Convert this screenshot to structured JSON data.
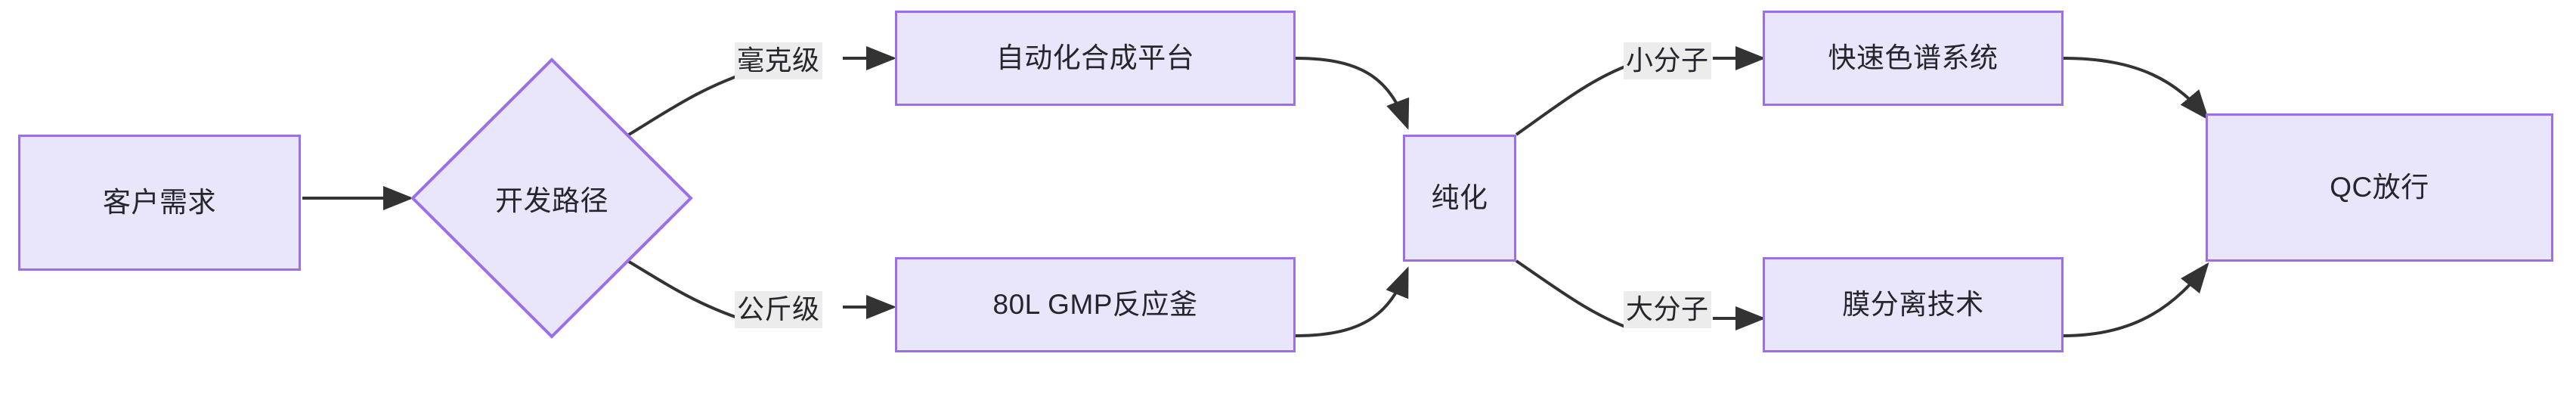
{
  "diagram": {
    "type": "flowchart",
    "direction": "left-to-right",
    "title": "",
    "colors": {
      "node_fill": "#E9E6FB",
      "node_border": "#9B6FE8",
      "node_text": "#25262B",
      "edge_stroke": "#333333",
      "edge_label_background": "#ECECEC",
      "canvas_background": "#FFFFFF"
    },
    "nodes": [
      {
        "id": "n1",
        "label": "客户需求",
        "shape": "rectangle"
      },
      {
        "id": "n2",
        "label": "开发路径",
        "shape": "diamond"
      },
      {
        "id": "n3",
        "label": "自动化合成平台",
        "shape": "rectangle"
      },
      {
        "id": "n4",
        "label": "80L GMP反应釜",
        "shape": "rectangle"
      },
      {
        "id": "n5",
        "label": "纯化",
        "shape": "rectangle"
      },
      {
        "id": "n6",
        "label": "快速色谱系统",
        "shape": "rectangle"
      },
      {
        "id": "n7",
        "label": "膜分离技术",
        "shape": "rectangle"
      },
      {
        "id": "n8",
        "label": "QC放行",
        "shape": "rectangle"
      }
    ],
    "edges": [
      {
        "from": "n1",
        "to": "n2",
        "label": ""
      },
      {
        "from": "n2",
        "to": "n3",
        "label": "毫克级"
      },
      {
        "from": "n2",
        "to": "n4",
        "label": "公斤级"
      },
      {
        "from": "n3",
        "to": "n5",
        "label": ""
      },
      {
        "from": "n4",
        "to": "n5",
        "label": ""
      },
      {
        "from": "n5",
        "to": "n6",
        "label": "小分子"
      },
      {
        "from": "n5",
        "to": "n7",
        "label": "大分子"
      },
      {
        "from": "n6",
        "to": "n8",
        "label": ""
      },
      {
        "from": "n7",
        "to": "n8",
        "label": ""
      }
    ],
    "edge_labels": {
      "mg_scale": "毫克级",
      "kg_scale": "公斤级",
      "small_molecule": "小分子",
      "large_molecule": "大分子"
    }
  }
}
